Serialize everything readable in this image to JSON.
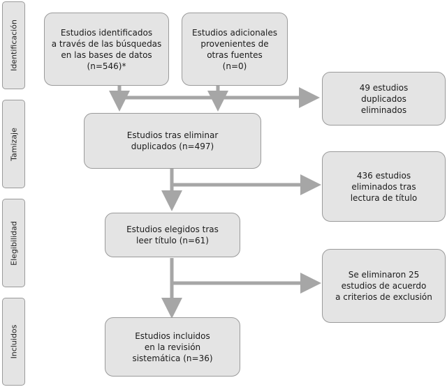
{
  "stages": {
    "identificacion": "Identificación",
    "tamizaje": "Tamizaje",
    "elegibilidad": "Elegibilidad",
    "incluidos": "Incluidos"
  },
  "boxes": {
    "identified": "Estudios identificados\na través de las búsquedas\nen las bases de datos\n(n=546)*",
    "additional": "Estudios adicionales\nprovenientes de\notras fuentes\n(n=0)",
    "duplicates_removed": "49 estudios\nduplicados\neliminados",
    "after_dedup": "Estudios tras eliminar\nduplicados (n=497)",
    "title_excluded": "436 estudios\neliminados tras\nlectura de título",
    "eligible": "Estudios elegidos tras\nleer título (n=61)",
    "criteria_excluded": "Se eliminaron 25\nestudios de acuerdo\na criterios de exclusión",
    "included": "Estudios incluidos\nen la revisión\nsistemática (n=36)"
  },
  "colors": {
    "box_fill": "#e4e4e4",
    "box_border": "#9a9a9a",
    "arrow": "#a6a6a6"
  }
}
